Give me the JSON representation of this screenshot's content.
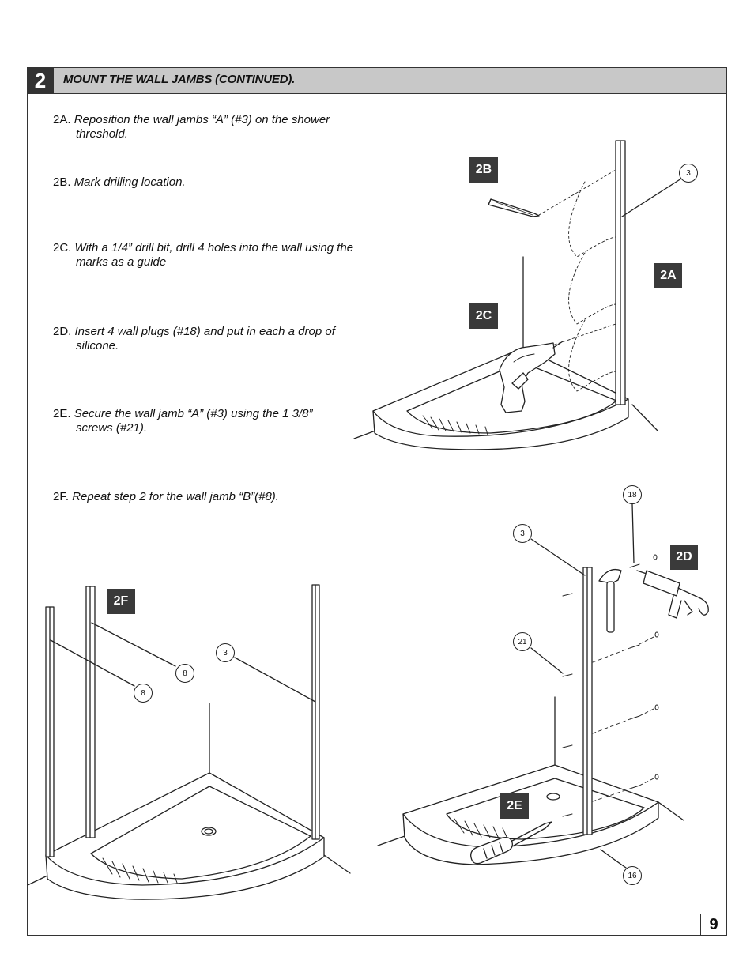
{
  "step": {
    "number": "2",
    "title": "MOUNT THE WALL JAMBS (CONTINUED)."
  },
  "instructions": [
    {
      "label": "2A.",
      "line1": "Reposition the wall jambs “A” (#3) on the shower",
      "line2": "threshold."
    },
    {
      "label": "2B.",
      "line1": "Mark drilling location.",
      "line2": ""
    },
    {
      "label": "2C.",
      "line1": "With a 1/4” drill bit, drill 4 holes into the wall using the",
      "line2": "marks as a guide"
    },
    {
      "label": "2D.",
      "line1": "Insert 4 wall plugs (#18) and put in each a drop of",
      "line2": " silicone."
    },
    {
      "label": "2E.",
      "line1": "Secure the wall jamb “A” (#3) using the 1 3/8”",
      "line2": "screws (#21)."
    },
    {
      "label": "2F.",
      "line1": "Repeat step 2 for the wall jamb “B”(#8).",
      "line2": ""
    }
  ],
  "tags": {
    "t2a": "2A",
    "t2b": "2B",
    "t2c": "2C",
    "t2d": "2D",
    "t2e": "2E",
    "t2f": "2F"
  },
  "callouts": {
    "c3_top": "3",
    "c18": "18",
    "c3_mid": "3",
    "c21": "21",
    "c16": "16",
    "c3_left": "3",
    "c8_a": "8",
    "c8_b": "8"
  },
  "icons": [
    "pencil-icon",
    "drill-icon",
    "hammer-icon",
    "caulk-gun-icon",
    "screwdriver-icon"
  ],
  "page_number": "9"
}
